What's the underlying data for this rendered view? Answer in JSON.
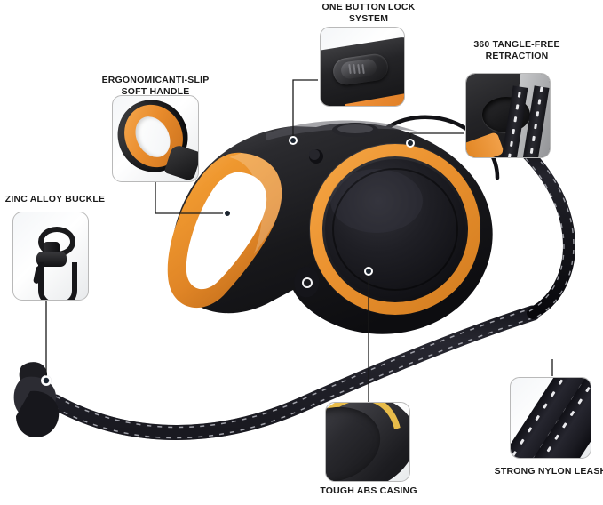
{
  "meta": {
    "kind": "product-infographic",
    "product": "retractable dog leash",
    "background": "#ffffff",
    "accent_orange": "#e98c2c",
    "body_black": "#1a1a1c",
    "label_color": "#1b1b1b",
    "line_color": "#1a1a1a",
    "thumb_border": "#b9b9b9"
  },
  "callouts": [
    {
      "id": "ergonomic-handle",
      "label": "ERGONOMICANTI-SLIP\nSOFT HANDLE",
      "label_line1": "ERGONOMICANTI-SLIP",
      "label_line2": "SOFT HANDLE",
      "thumb_name": "handle-thumbnail",
      "dot_label": "handle-callout-dot"
    },
    {
      "id": "one-button-lock",
      "label": "ONE BUTTON LOCK\nSYSTEM",
      "label_line1": "ONE BUTTON LOCK",
      "label_line2": "SYSTEM",
      "thumb_name": "lock-button-thumbnail",
      "dot_label": "lock-callout-dot"
    },
    {
      "id": "tangle-free",
      "label": "360 TANGLE-FREE\nRETRACTION",
      "label_line1": "360 TANGLE-FREE",
      "label_line2": "RETRACTION",
      "thumb_name": "retraction-port-thumbnail",
      "dot_label": "retraction-callout-dot"
    },
    {
      "id": "zinc-buckle",
      "label": "ZINC ALLOY BUCKLE",
      "label_line1": "ZINC ALLOY BUCKLE",
      "label_line2": "",
      "thumb_name": "buckle-thumbnail",
      "dot_label": "buckle-callout-dot"
    },
    {
      "id": "abs-casing",
      "label": "TOUGH ABS CASING",
      "label_line1": "TOUGH ABS CASING",
      "label_line2": "",
      "thumb_name": "abs-casing-thumbnail",
      "dot_label": "casing-callout-dot"
    },
    {
      "id": "nylon-leash",
      "label": "STRONG NYLON LEASH",
      "label_line1": "STRONG NYLON LEASH",
      "label_line2": "",
      "thumb_name": "nylon-leash-thumbnail",
      "dot_label": "leash-callout-dot"
    }
  ]
}
